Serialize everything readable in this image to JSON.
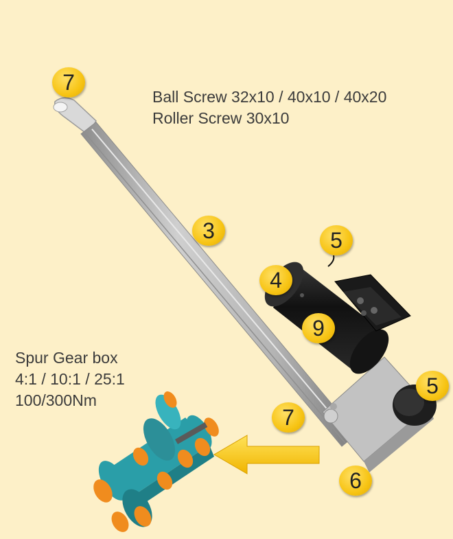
{
  "captions": {
    "screw_line1": "Ball Screw 32x10 / 40x10 / 40x20",
    "screw_line2": "Roller Screw 30x10",
    "gear_line1": "Spur Gear box",
    "gear_line2": "4:1 / 10:1 / 25:1",
    "gear_line3": "100/300Nm"
  },
  "badges": {
    "rod_end": "7",
    "screw_tube": "3",
    "motor_brake": "5",
    "motor": "4",
    "motor_mid": "9",
    "gearbox_side": "5",
    "rear_mount": "7",
    "gear_housing": "6"
  },
  "colors": {
    "background": "#fdf0c8",
    "badge": "#f7c414",
    "arrow": "#f7c414",
    "tube": "#b8b8b8",
    "motor": "#1c1c1c",
    "gear_teal": "#2a9ea8",
    "gear_orange": "#f08c1e"
  }
}
